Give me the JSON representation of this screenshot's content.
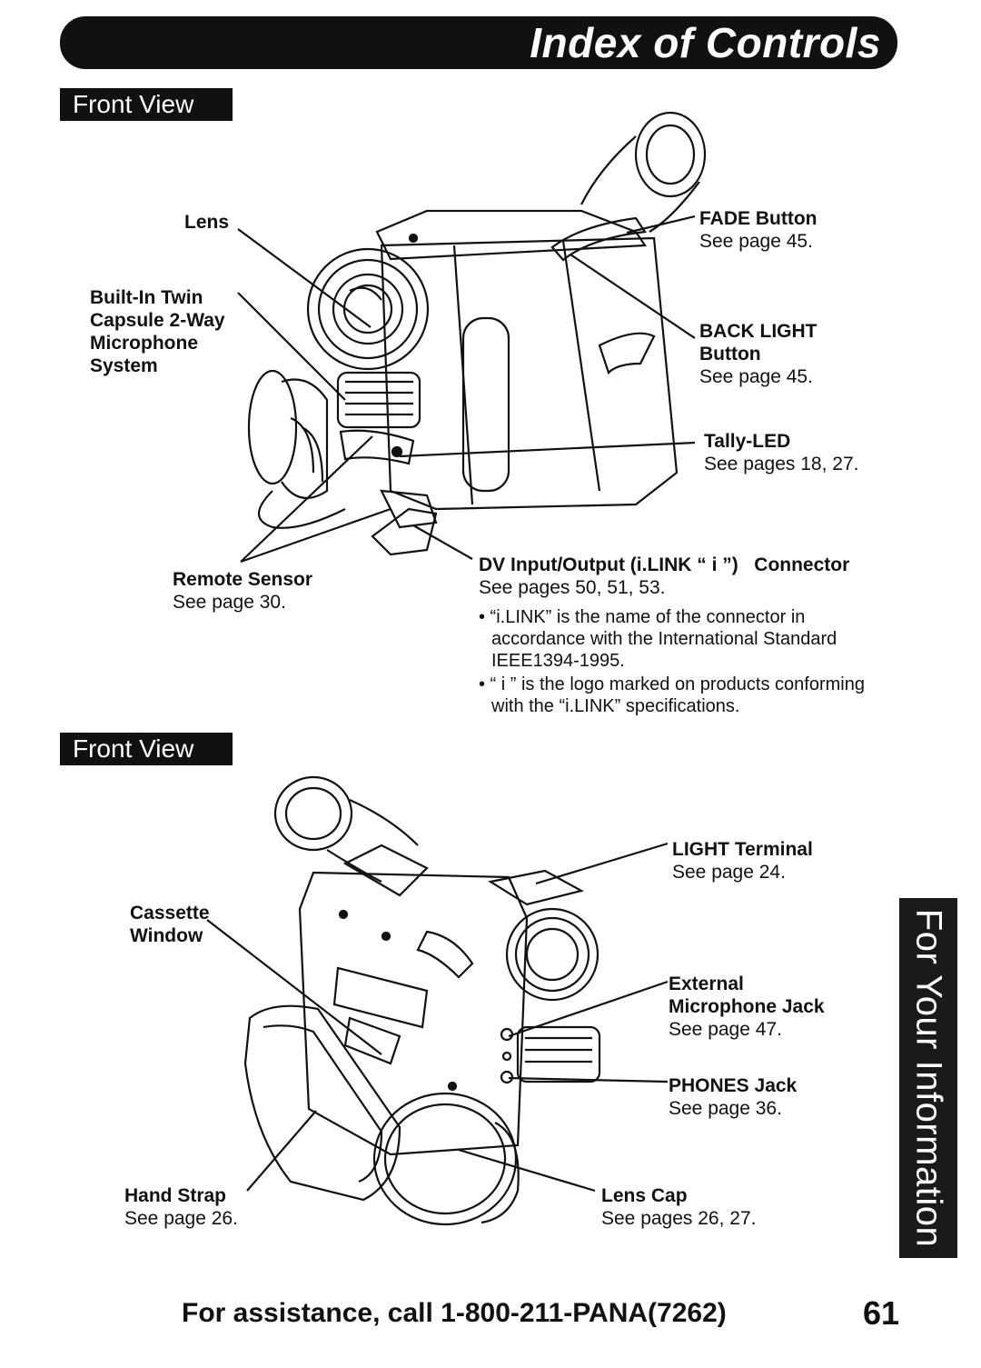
{
  "header": {
    "title": "Index of Controls"
  },
  "front_view_1": {
    "label": "Front View",
    "lens": {
      "title": "Lens"
    },
    "microphone": {
      "title": "Built-In Twin Capsule 2-Way Microphone System"
    },
    "fade": {
      "title": "FADE Button",
      "ref": "See page 45."
    },
    "backlight": {
      "title": "BACK LIGHT Button",
      "ref": "See page 45."
    },
    "tally": {
      "title": "Tally-LED",
      "ref": "See pages 18, 27."
    },
    "remote": {
      "title": "Remote Sensor",
      "ref": "See page 30."
    },
    "dv": {
      "title": "DV Input/Output (i.LINK “ i ”)   Connector",
      "ref": "See pages 50, 51, 53."
    },
    "notes": [
      "• “i.LINK” is the name of the connector in accordance with the International Standard IEEE1394-1995.",
      "• “ i ” is the logo marked on products conforming with the “i.LINK” specifications."
    ]
  },
  "front_view_2": {
    "label": "Front View",
    "light": {
      "title": "LIGHT Terminal",
      "ref": "See page 24."
    },
    "cassette": {
      "title": "Cassette Window"
    },
    "ext_mic": {
      "title": "External Microphone Jack",
      "ref": "See page 47."
    },
    "phones": {
      "title": "PHONES Jack",
      "ref": "See page 36."
    },
    "strap": {
      "title": "Hand Strap",
      "ref": "See page 26."
    },
    "lenscap": {
      "title": "Lens Cap",
      "ref": "See pages 26, 27."
    }
  },
  "side_tab": {
    "label": "For Your Information"
  },
  "footer": {
    "assistance": "For assistance, call 1-800-211-PANA(7262)",
    "page_number": "61"
  }
}
